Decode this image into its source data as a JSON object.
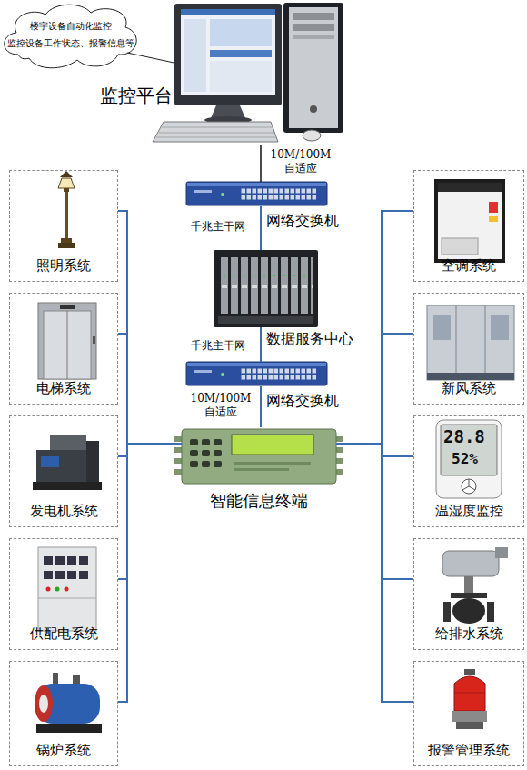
{
  "diagram": {
    "nodes": [
      {
        "text": [
          "楼宇设备自动化监控 监控设备工作状态、报警信息等"
        ]
      },
      {
        "text": [
          "监控平台"
        ]
      },
      {
        "text": [
          "网络交换机"
        ]
      },
      {
        "text": [
          "数据服务中心"
        ]
      },
      {
        "text": [
          "网络交换机"
        ]
      },
      {
        "text": [
          "智能信息终端"
        ]
      },
      {
        "text": [
          "照明系统"
        ]
      },
      {
        "text": [
          "电梯系统"
        ]
      },
      {
        "text": [
          "发电机系统"
        ]
      },
      {
        "text": [
          "供配电系统"
        ]
      },
      {
        "text": [
          "锅炉系统"
        ]
      },
      {
        "text": [
          "空调系统"
        ]
      },
      {
        "text": [
          "新风系统"
        ]
      },
      {
        "text": [
          "温湿度监控"
        ]
      },
      {
        "text": [
          "给排水系统"
        ]
      },
      {
        "text": [
          "报警管理系统"
        ]
      }
    ],
    "edges": [
      {
        "from": 1,
        "to": 2,
        "arrow": "none",
        "label": "10M/100M 自适应"
      },
      {
        "from": 2,
        "to": 3,
        "arrow": "none",
        "label": "千兆主干网"
      },
      {
        "from": 3,
        "to": 4,
        "arrow": "none",
        "label": "千兆主干网"
      },
      {
        "from": 4,
        "to": 5,
        "arrow": "none",
        "label": "10M/100M 自适应"
      },
      {
        "from": 5,
        "to": 6,
        "arrow": "none"
      },
      {
        "from": 5,
        "to": 7,
        "arrow": "none"
      },
      {
        "from": 5,
        "to": 8,
        "arrow": "none"
      },
      {
        "from": 5,
        "to": 9,
        "arrow": "none"
      },
      {
        "from": 5,
        "to": 10,
        "arrow": "none"
      },
      {
        "from": 5,
        "to": 11,
        "arrow": "none"
      },
      {
        "from": 5,
        "to": 12,
        "arrow": "none"
      },
      {
        "from": 5,
        "to": 13,
        "arrow": "none"
      },
      {
        "from": 5,
        "to": 14,
        "arrow": "none"
      },
      {
        "from": 5,
        "to": 15,
        "arrow": "none"
      }
    ],
    "labels": [
      "28.8",
      "52%"
    ]
  }
}
